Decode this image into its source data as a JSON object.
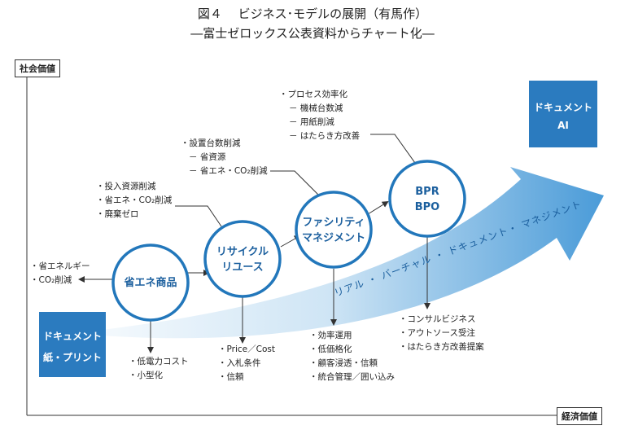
{
  "title": "図４　 ビジネス･モデルの展開（有馬作）",
  "subtitle": "―富士ゼロックス公表資料からチャート化―",
  "axes": {
    "y_label": "社会価値",
    "x_label": "経済価値"
  },
  "start_box": {
    "line1": "ドキュメント",
    "line2": "紙・プリント"
  },
  "end_box": {
    "line1": "ドキュメント",
    "line2": "AI"
  },
  "arrow_text": "リアル ・ バーチャル ・ ドキュメント・ マネジメント",
  "stages": [
    {
      "id": "shoene",
      "lines": [
        "省エネ商品"
      ]
    },
    {
      "id": "recycle",
      "lines": [
        "リサイクル",
        "リユース"
      ]
    },
    {
      "id": "facility",
      "lines": [
        "ファシリティ",
        "マネジメント"
      ]
    },
    {
      "id": "bpr",
      "lines": [
        "BPR",
        "BPO"
      ]
    }
  ],
  "notes": {
    "shoene_side": [
      "・省エネルギー",
      "・CO₂削減"
    ],
    "shoene_below": [
      "・低電力コスト",
      "・小型化"
    ],
    "recycle_above": [
      "・投入資源削減",
      "・省エネ・CO₂削減",
      "・廃棄ゼロ"
    ],
    "recycle_below": [
      "・Price／Cost",
      "・入札条件",
      "・信頼"
    ],
    "facility_above": [
      "・設置台数削減",
      "－ 省資源",
      "－ 省エネ・CO₂削減"
    ],
    "facility_below": [
      "・効率運用",
      "・低価格化",
      "・顧客浸透・信頼",
      "・統合管理／囲い込み"
    ],
    "bpr_above": [
      "・プロセス効率化",
      "－ 機械台数減",
      "－ 用紙削減",
      "－ はたらき方改善"
    ],
    "bpr_below": [
      "・コンサルビジネス",
      "・アウトソース受注",
      "・はたらき方改善提案"
    ]
  },
  "colors": {
    "circle_border": "#2277bb",
    "circle_text": "#1b5f9e",
    "box_fill": "#2b7bbf",
    "arrow_light": "#e8f3fb",
    "arrow_dark": "#4a9bd8"
  }
}
